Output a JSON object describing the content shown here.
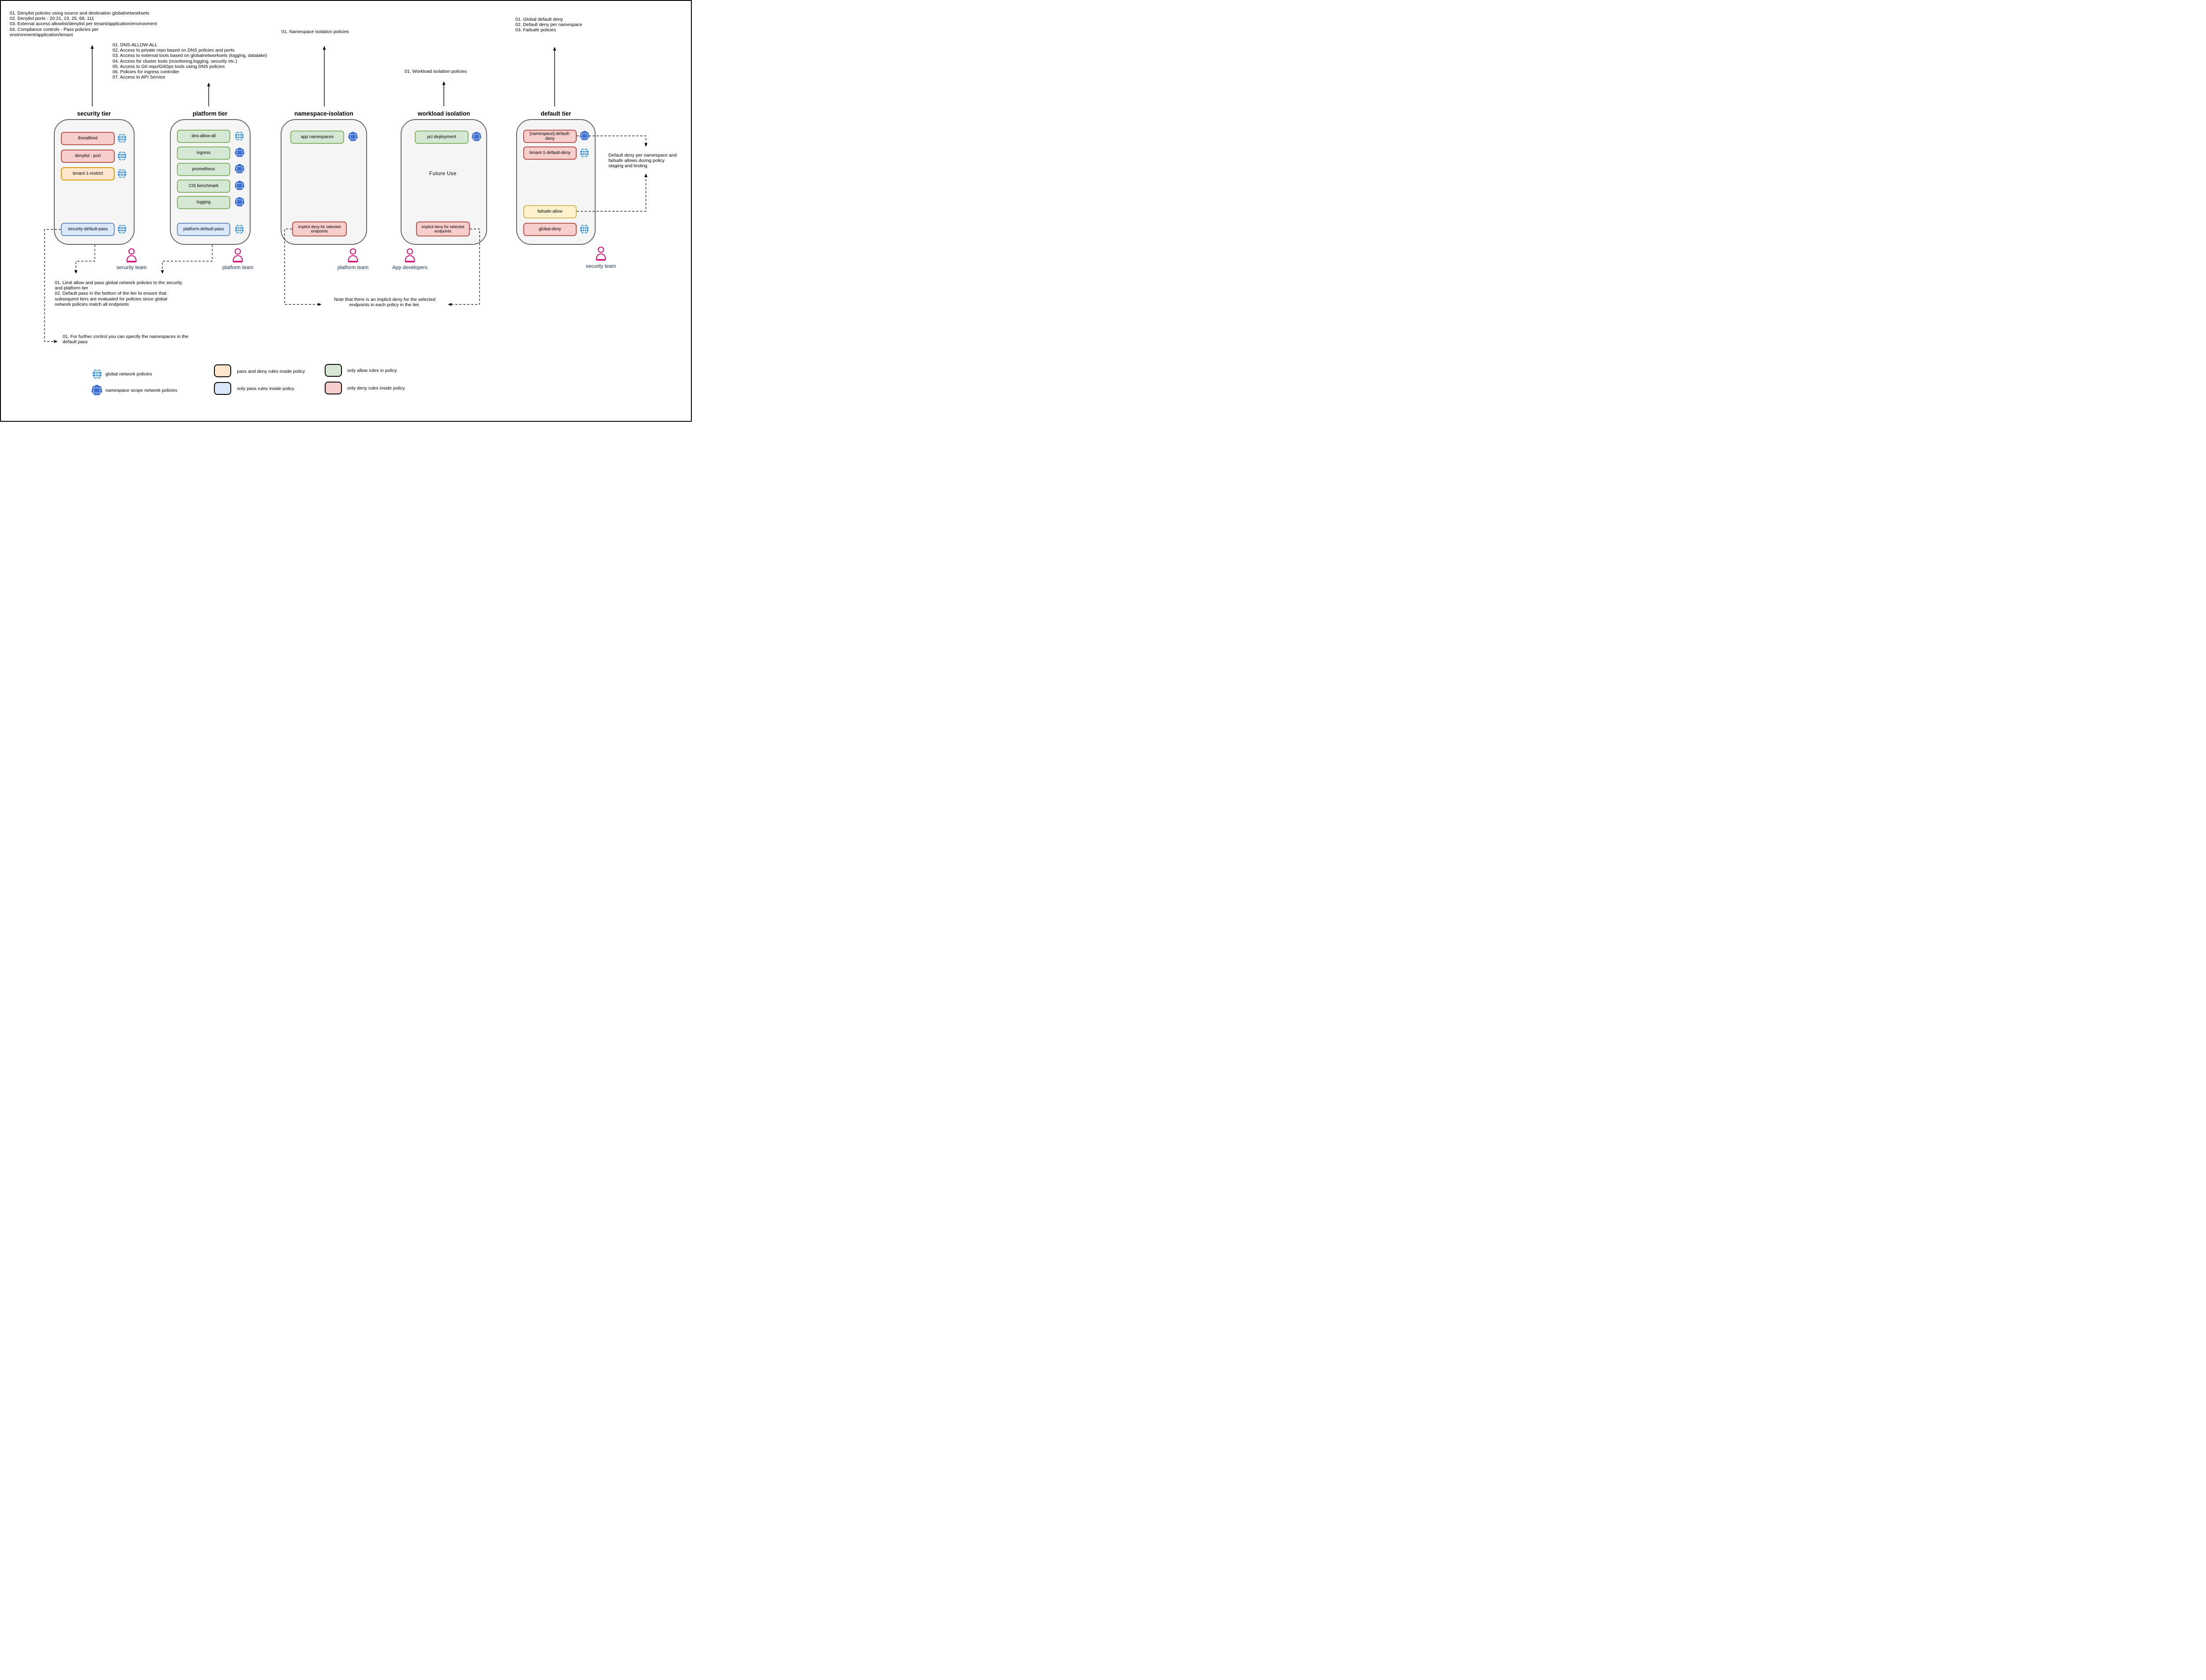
{
  "annotations": {
    "security_policies": {
      "text": "01. Denylist policies using source and destination globalnetworksets\n02. Denylist ports - 20:21, 23, 25, 69, 111\n03. External access allowlist/denylist per tenant/application/environment\n04. Compliance controls - Pass policies per\nenvironment/application/tenant"
    },
    "platform_policies": {
      "text": "01. DNS-ALLOW-ALL\n02. Access to private repo based on DNS policies and ports\n03. Access to external tools based on globalnetworksets (logging, datalake)\n04. Access for cluster tools (monitoring,logging, security etc.)\n05. Access to Git repo/GitOps tools using DNS policies\n06. Policies for ingress controller\n07. Access to API Service"
    },
    "namespace_policies": {
      "text": "01. Namespace isolation policies"
    },
    "workload_policies": {
      "text": "01. Workload isolation policies"
    },
    "default_policies": {
      "text": "01. Global default deny\n02. Default deny per namespace\n03. Failsafe policies"
    },
    "pass_behavior_note": {
      "text": "01. Limit allow and pass global network policies to the security\nand platform tier\n02. Default pass in the bottom of the tier to ensure that\nsubsequent tiers are evaluated for policies since global\nnetwork policies match all endpoints"
    },
    "namespace_pass_note": {
      "text": "01. For further control you can specify the namespaces in the\ndefault pass"
    },
    "implicit_deny_note": {
      "text": "Note that there is an implicit deny for the selected\nendpoints in each policy in the tier."
    },
    "staging_note": {
      "text": "Default deny per namespace and\nfailsafe allows during policy\nstaging and testing"
    }
  },
  "tiers": [
    {
      "title": "security tier",
      "team": "security team",
      "policies": [
        {
          "label": "threatfeed",
          "rule_style": "only deny rules inside policy",
          "scope": "global"
        },
        {
          "label": "denylist - port",
          "rule_style": "only deny rules inside policy",
          "scope": "global"
        },
        {
          "label": "tenant-1-restrict",
          "rule_style": "pass and deny rules inside policy",
          "scope": "global"
        },
        {
          "label": "security-default-pass",
          "rule_style": "only pass rules inside policy",
          "scope": "global"
        }
      ]
    },
    {
      "title": "platform tier",
      "team": "platform team",
      "policies": [
        {
          "label": "dns-allow-all",
          "rule_style": "only allow rules in policy",
          "scope": "global"
        },
        {
          "label": "ingress",
          "rule_style": "only allow rules in policy",
          "scope": "namespace"
        },
        {
          "label": "prometheus",
          "rule_style": "only allow rules in policy",
          "scope": "namespace"
        },
        {
          "label": "CIS benchmark",
          "rule_style": "only allow rules in policy",
          "scope": "namespace"
        },
        {
          "label": "logging",
          "rule_style": "only allow rules in policy",
          "scope": "namespace"
        },
        {
          "label": "platform-default-pass",
          "rule_style": "only pass rules inside policy",
          "scope": "global"
        }
      ]
    },
    {
      "title": "namespace-isolation",
      "team": "platform team",
      "policies": [
        {
          "label": "app namespaces",
          "rule_style": "only allow rules in policy",
          "scope": "namespace"
        },
        {
          "label": "implicit deny for selected endpoints",
          "rule_style": "only deny rules inside policy",
          "scope": "none"
        }
      ]
    },
    {
      "title": "workload isolation",
      "team": "App developers",
      "center_label": "Future Use",
      "policies": [
        {
          "label": "pci deployment",
          "rule_style": "only allow rules in policy",
          "scope": "namespace"
        },
        {
          "label": "implicit deny for selected endpoints",
          "rule_style": "only deny rules inside policy",
          "scope": "none"
        }
      ]
    },
    {
      "title": "default tier",
      "team": "security team",
      "policies": [
        {
          "label": "[namespace]-default-deny",
          "rule_style": "only deny rules inside policy",
          "scope": "namespace"
        },
        {
          "label": "tenant-1-default-deny",
          "rule_style": "only deny rules inside policy",
          "scope": "global"
        },
        {
          "label": "failsafe-allow",
          "rule_style": "pass and allow during staging",
          "scope": "none"
        },
        {
          "label": "global-deny",
          "rule_style": "only deny rules inside policy",
          "scope": "global"
        }
      ]
    }
  ],
  "legend": {
    "items": [
      {
        "icon": "globe-icon",
        "label": "global network policies"
      },
      {
        "icon": "namespace-icon",
        "label": "namespace scope network policies"
      },
      {
        "swatch": "pass-and-deny",
        "label": "pass and deny rules inside policy"
      },
      {
        "swatch": "only-pass",
        "label": "only pass rules inside policy"
      },
      {
        "swatch": "only-allow",
        "label": "only allow rules in policy"
      },
      {
        "swatch": "only-deny",
        "label": "only deny rules inside policy"
      }
    ]
  },
  "colors": {
    "only_deny_fill": "#F8CECC",
    "only_deny_stroke": "#B85450",
    "pass_and_deny_fill": "#FFE6CC",
    "pass_and_deny_stroke": "#D79B00",
    "failsafe_fill": "#FFF2CC",
    "failsafe_stroke": "#D6B656",
    "only_pass_fill": "#DAE8FC",
    "only_pass_stroke": "#6C8EBF",
    "only_allow_fill": "#D5E8D4",
    "only_allow_stroke": "#82B366",
    "globe_blue": "#1E88E5",
    "namespace_blue": "#3B6FD6",
    "person_pink": "#D40A76",
    "team_label_color": "#1A3353",
    "container_fill": "#F5F5F5",
    "container_stroke": "#666666"
  }
}
